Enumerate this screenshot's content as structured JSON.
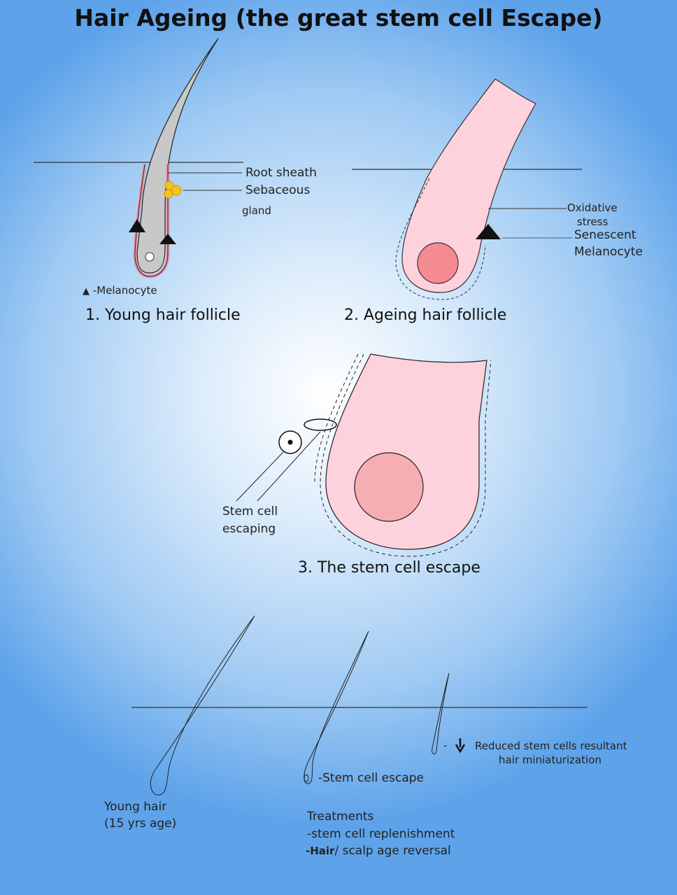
{
  "title": "Hair Ageing (the great stem cell Escape)",
  "panel1": {
    "caption": "1. Young hair follicle",
    "root_sheath": "Root sheath",
    "sebaceous": "Sebaceous",
    "gland": "gland",
    "legend_symbol": "▲",
    "legend_text": "-Melanocyte"
  },
  "panel2": {
    "caption": "2. Ageing hair follicle",
    "oxidative": "Oxidative",
    "stress": "stress",
    "senescent": "Senescent",
    "melanocyte": "Melanocyte"
  },
  "panel3": {
    "caption": "3. The stem cell escape",
    "stem_cell": "Stem cell",
    "escaping": "escaping"
  },
  "panel4": {
    "young_hair": "Young hair",
    "age": "(15 yrs age)",
    "stem_escape": "-Stem cell escape",
    "treatments": "Treatments",
    "replenish": "-stem cell replenishment",
    "reversal_bold": "-Hair",
    "reversal_rest": "/ scalp age reversal",
    "reduced_dash": "-",
    "reduced_line1": "Reduced stem cells resultant",
    "reduced_line2": "hair miniaturization"
  }
}
